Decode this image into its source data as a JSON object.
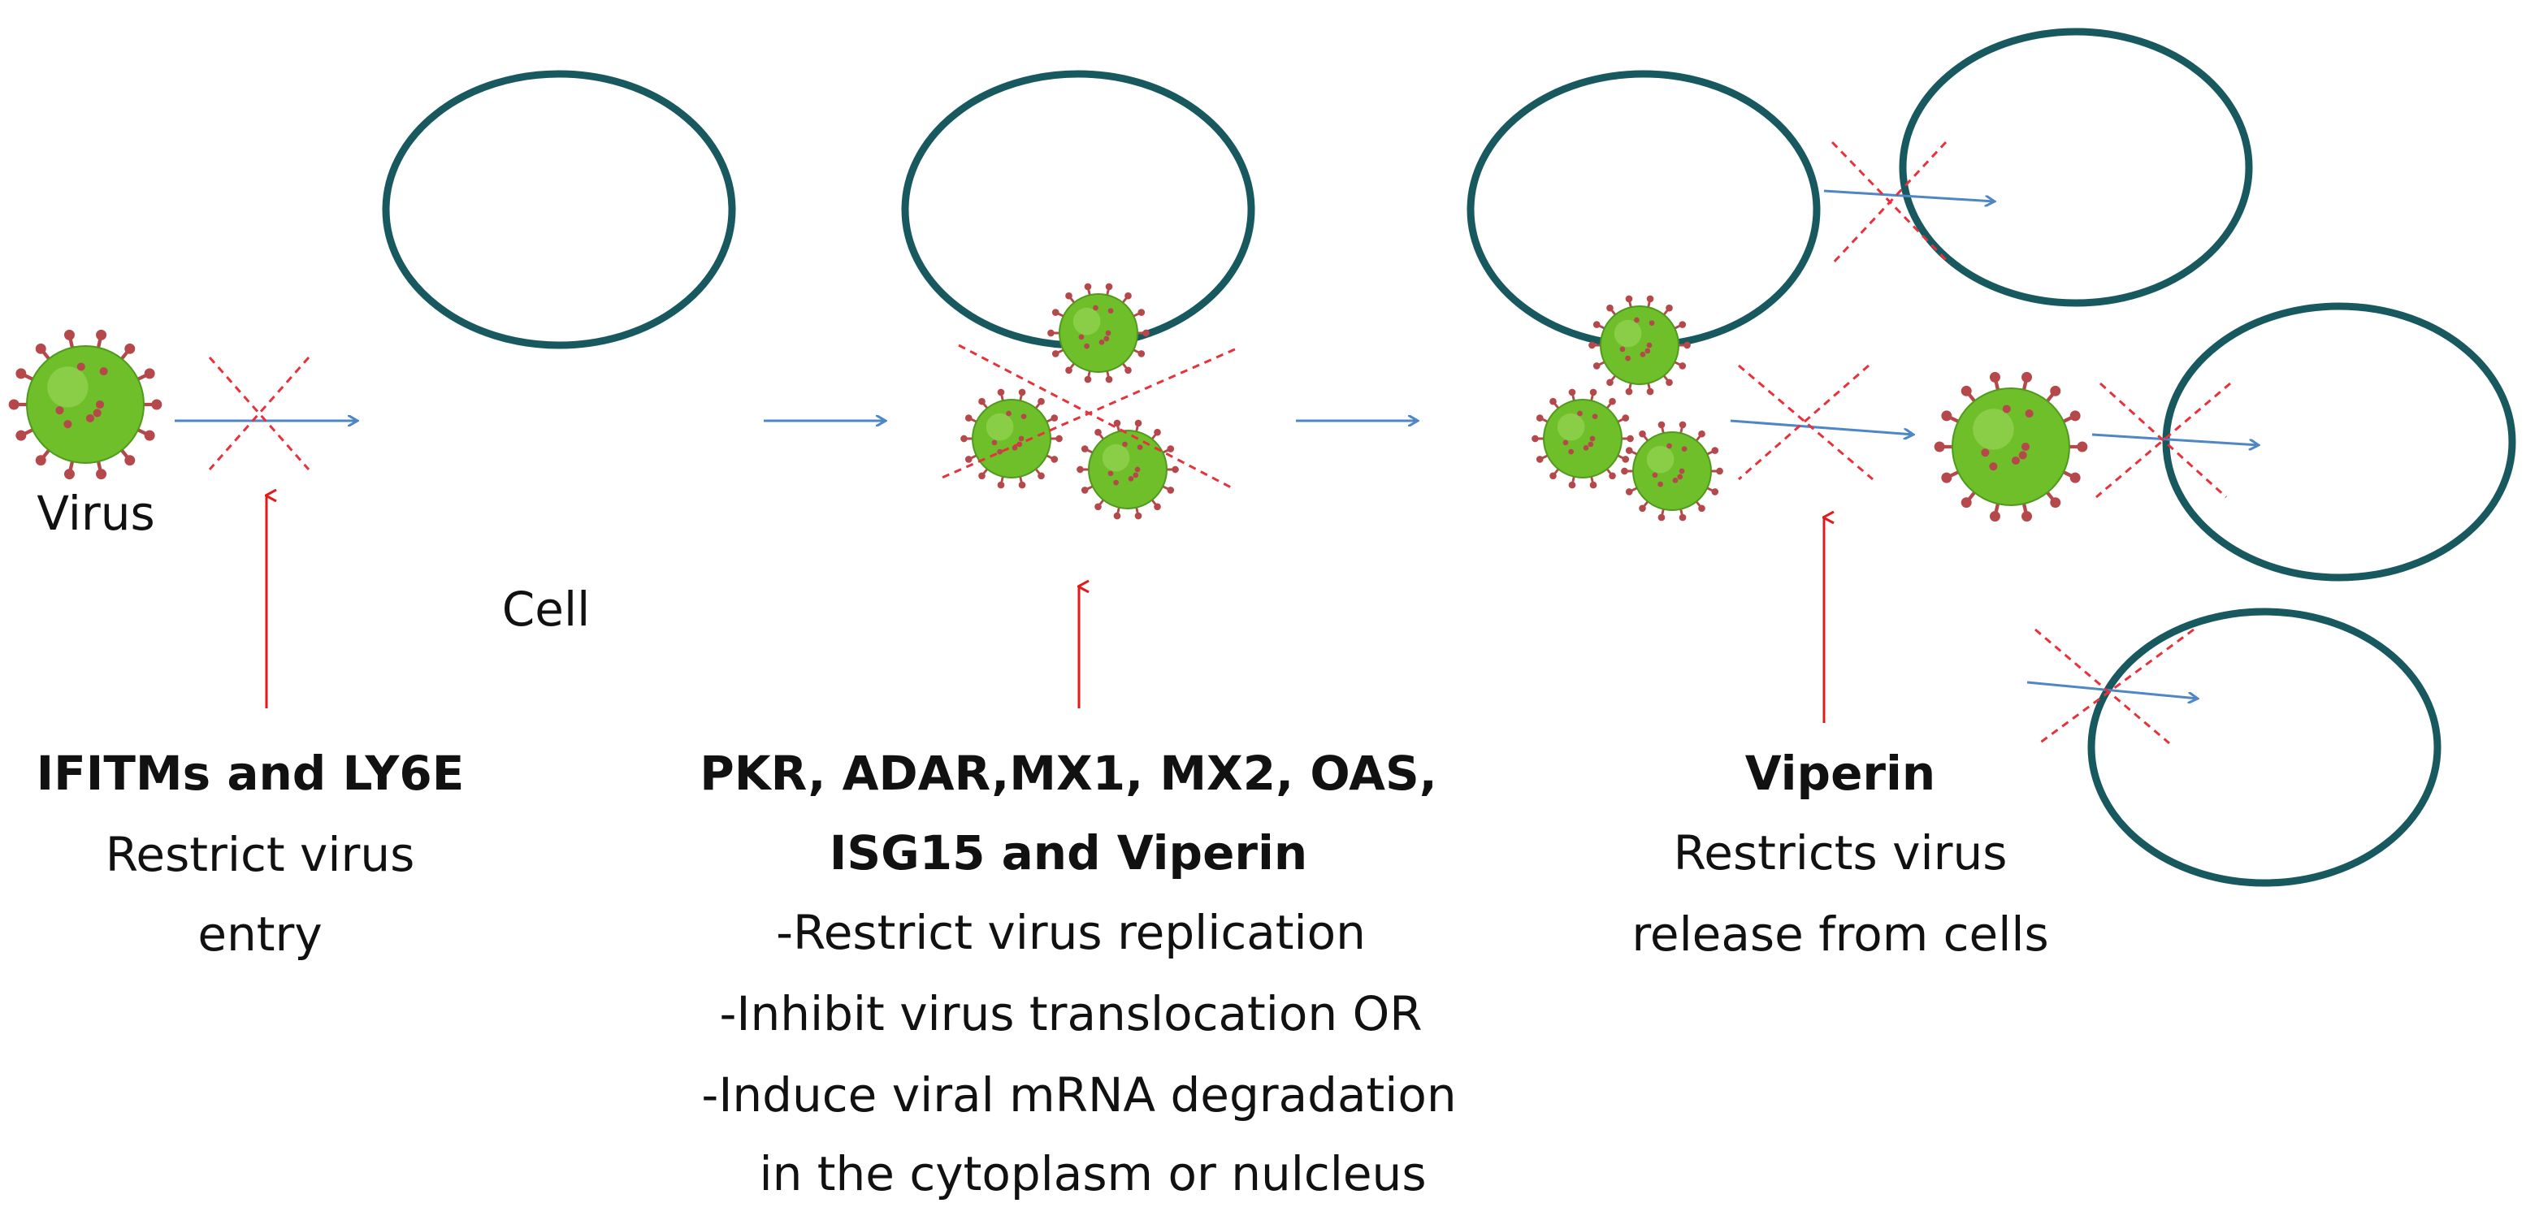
{
  "colors": {
    "cell_outline": "#17595f",
    "flow_arrow": "#4f86c6",
    "restriction_arrow": "#e21a1a",
    "block_cross": "#e8313a",
    "virus_body": "#6fbf2a",
    "virus_spike": "#b5484a"
  },
  "labels": {
    "virus": "Virus",
    "cell": "Cell"
  },
  "annotations": [
    {
      "heading": [
        "IFITMs and LY6E"
      ],
      "body": [
        "Restrict virus",
        "entry"
      ]
    },
    {
      "heading": [
        "PKR, ADAR,MX1, MX2, OAS,",
        "ISG15 and Viperin"
      ],
      "body": [
        "-Restrict virus replication",
        "-Inhibit virus translocation OR",
        "-Induce viral mRNA degradation",
        " in the cytoplasm or nulcleus"
      ]
    },
    {
      "heading": [
        "Viperin"
      ],
      "body": [
        "Restricts virus",
        "release from cells"
      ]
    }
  ]
}
